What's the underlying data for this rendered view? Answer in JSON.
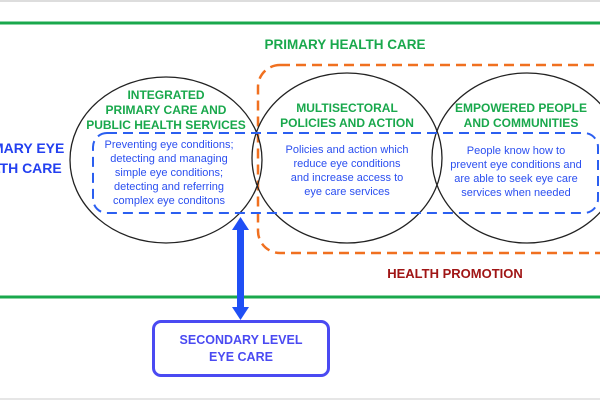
{
  "title": "PRIMARY HEALTH CARE",
  "left_label_line1": "MARY EYE",
  "left_label_line2": "LTH CARE",
  "circles": [
    {
      "heading": [
        "INTEGRATED",
        "PRIMARY CARE AND",
        "PUBLIC HEALTH SERVICES"
      ],
      "body": [
        "Preventing eye conditions;",
        "detecting and managing",
        "simple eye conditions;",
        "detecting and referring",
        "complex eye conditons"
      ]
    },
    {
      "heading": [
        "MULTISECTORAL",
        "POLICIES AND ACTION"
      ],
      "body": [
        "Policies and action which",
        "reduce eye conditions",
        "and increase access to",
        "eye care services"
      ]
    },
    {
      "heading": [
        "EMPOWERED PEOPLE",
        "AND COMMUNITIES"
      ],
      "body": [
        "People know how to",
        "prevent eye conditions and",
        "are able to seek eye care",
        "services when needed"
      ]
    }
  ],
  "health_promotion": "HEALTH PROMOTION",
  "secondary": "SECONDARY LEVEL EYE CARE",
  "colors": {
    "green": "#19a84c",
    "blue": "#2b4ff0",
    "orange": "#f07020",
    "red": "#a01515"
  }
}
